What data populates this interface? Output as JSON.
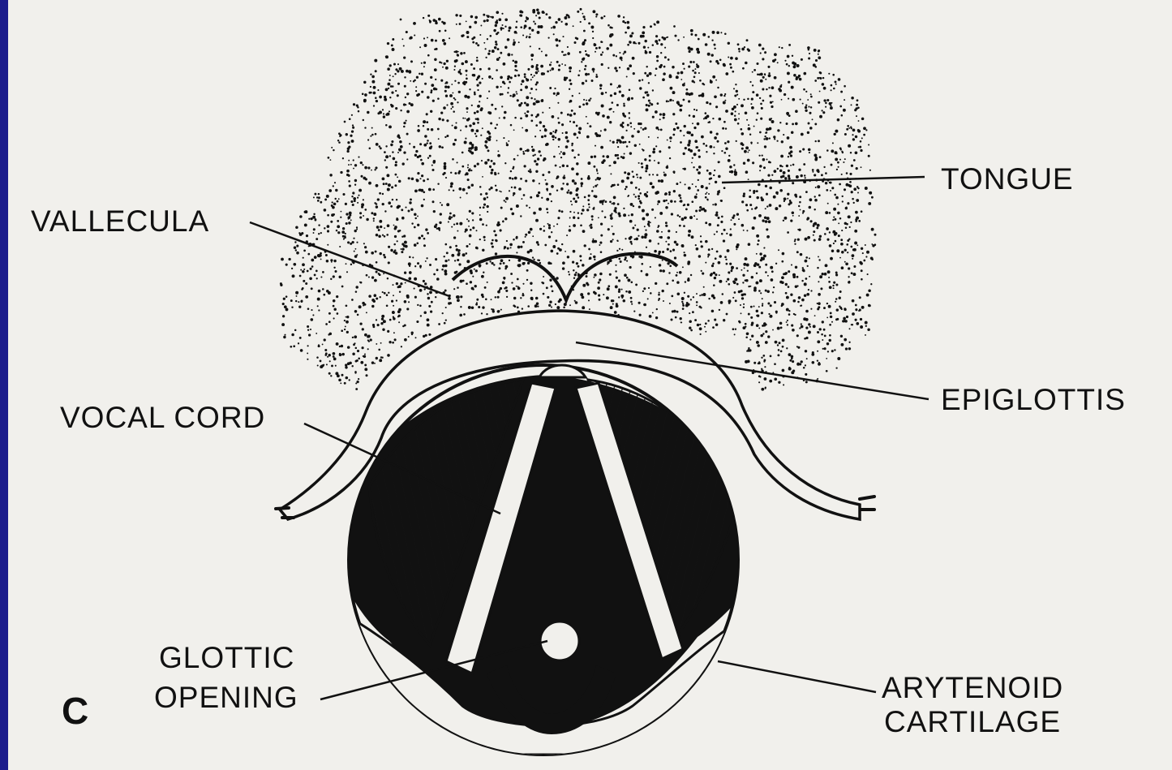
{
  "figure": {
    "panel_letter": "C",
    "labels": {
      "tongue": "TONGUE",
      "vallecula": "VALLECULA",
      "epiglottis": "EPIGLOTTIS",
      "vocal_cord": "VOCAL CORD",
      "glottic_opening_line1": "GLOTTIC",
      "glottic_opening_line2": "OPENING",
      "arytenoid_line1": "ARYTENOID",
      "arytenoid_line2": "CARTILAGE"
    }
  },
  "colors": {
    "frame_border": "#1c1c8c",
    "paper": "#f1f0ec",
    "ink": "#111111"
  }
}
